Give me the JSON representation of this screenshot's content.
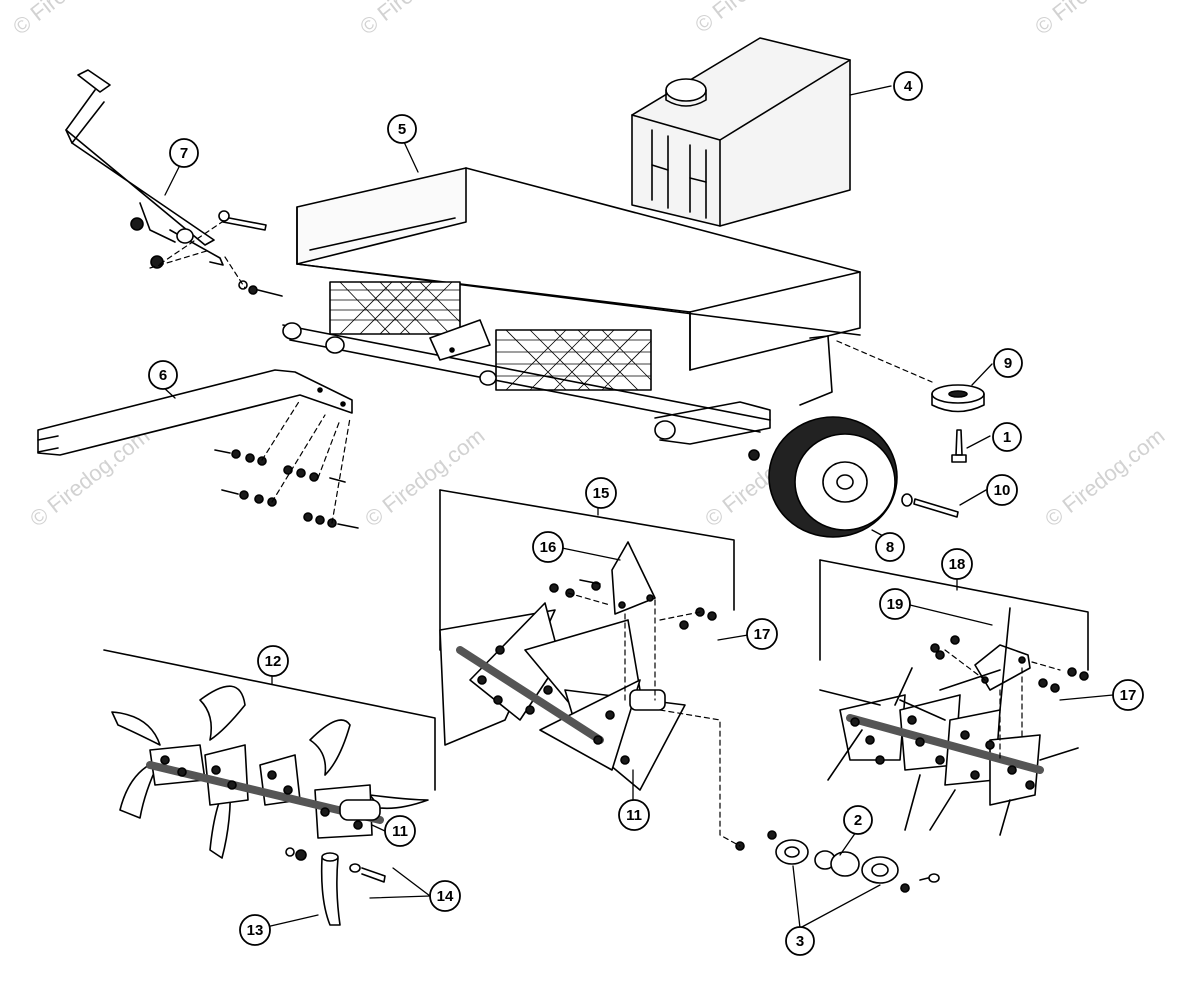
{
  "watermark": "© Firedog.com",
  "callouts": [
    {
      "id": "c1",
      "label": "1"
    },
    {
      "id": "c2",
      "label": "2"
    },
    {
      "id": "c3",
      "label": "3"
    },
    {
      "id": "c4",
      "label": "4"
    },
    {
      "id": "c5",
      "label": "5"
    },
    {
      "id": "c6",
      "label": "6"
    },
    {
      "id": "c7",
      "label": "7"
    },
    {
      "id": "c8",
      "label": "8"
    },
    {
      "id": "c9",
      "label": "9"
    },
    {
      "id": "c10",
      "label": "10"
    },
    {
      "id": "c11a",
      "label": "11"
    },
    {
      "id": "c11b",
      "label": "11"
    },
    {
      "id": "c12",
      "label": "12"
    },
    {
      "id": "c13",
      "label": "13"
    },
    {
      "id": "c14",
      "label": "14"
    },
    {
      "id": "c15",
      "label": "15"
    },
    {
      "id": "c16",
      "label": "16"
    },
    {
      "id": "c17a",
      "label": "17"
    },
    {
      "id": "c17b",
      "label": "17"
    },
    {
      "id": "c18",
      "label": "18"
    },
    {
      "id": "c19",
      "label": "19"
    }
  ],
  "icons": {
    "line_color": "#000000",
    "fill_light": "#f4f4f4",
    "fill_dark": "#1a1a1a"
  }
}
